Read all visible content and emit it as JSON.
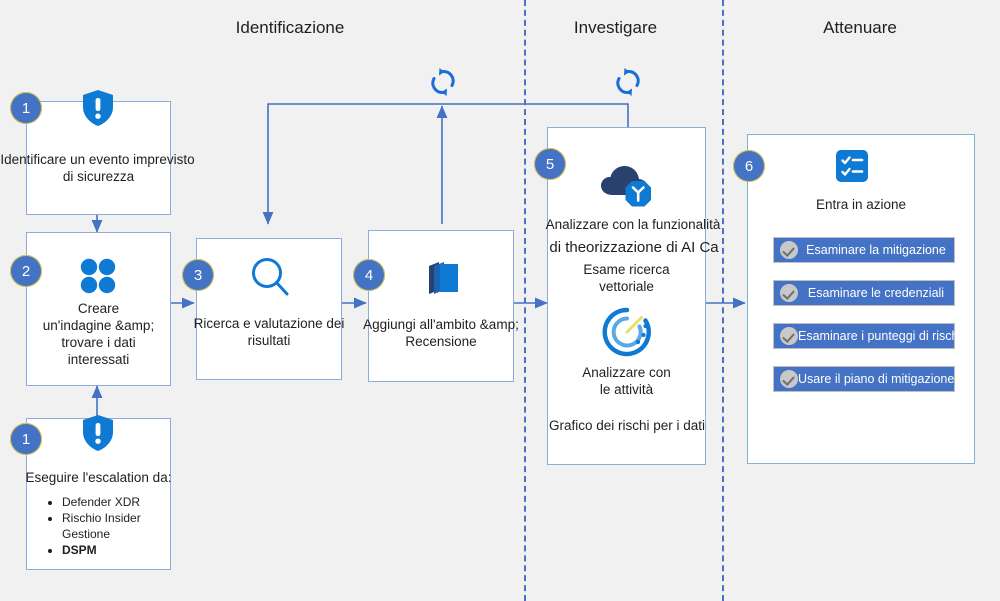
{
  "phases": [
    {
      "label": "Identificazione"
    },
    {
      "label": "Investigare"
    },
    {
      "label": "Attenuare"
    }
  ],
  "steps": {
    "one": {
      "number": "1",
      "icon": "shield-alert-icon",
      "caption_line1": "Identificare un evento imprevisto",
      "caption_line2": "di sicurezza"
    },
    "two": {
      "number": "2",
      "icon": "four-dots-icon",
      "caption_line1": "Creare",
      "caption_line2": "un'indagine &amp;",
      "caption_line3": "trovare i dati",
      "caption_line4": "interessati"
    },
    "escalation": {
      "number": "1",
      "icon": "shield-alert-icon",
      "caption": "Eseguire l'escalation da:",
      "items": [
        {
          "label": "Defender XDR",
          "bold": false
        },
        {
          "label": "Rischio Insider",
          "bold": false
        },
        {
          "label": "Gestione",
          "bold": false,
          "nobullet": true
        },
        {
          "label": "DSPM",
          "bold": true
        }
      ]
    },
    "three": {
      "number": "3",
      "icon": "magnifier-icon",
      "caption_line1": "Ricerca e valutazione dei",
      "caption_line2": "risultati"
    },
    "four": {
      "number": "4",
      "icon": "layers-icon",
      "caption_line1": "Aggiungi all'ambito &amp;",
      "caption_line2": "Recensione"
    },
    "five": {
      "number": "5",
      "icon_top": "cloud-cube-icon",
      "caption_line1": "Analizzare con la funzionalità",
      "caption_line2": "di theorizzazione di AI Ca",
      "sub_line1": "Esame ricerca",
      "sub_line2": "vettoriale",
      "icon_bottom": "activity-radar-icon",
      "caption_line3": "Analizzare con",
      "caption_line4": "le attività",
      "caption_line5": "Grafico dei rischi per i dati"
    },
    "six": {
      "number": "6",
      "icon": "checklist-icon",
      "caption": "Entra in azione",
      "actions": [
        {
          "label": "Esaminare la mitigazione",
          "icon": "check-circle-icon"
        },
        {
          "label": "Esaminare le credenziali",
          "icon": "check-circle-icon"
        },
        {
          "label": "Esaminare i punteggi di rischio",
          "icon": "check-circle-icon"
        },
        {
          "label": "Usare il piano di mitigazione",
          "icon": "check-circle-icon"
        }
      ]
    }
  },
  "loops": [
    {
      "icon": "refresh-loop-icon"
    },
    {
      "icon": "refresh-loop-icon"
    }
  ],
  "colors": {
    "background": "#f1f1f1",
    "box_border": "#8faadc",
    "box_border_accent": "#7fb4d4",
    "badge": "#4472c4",
    "connector": "#4472c4",
    "divider": "#4a72c4",
    "icon_blue": "#0f7ad4",
    "icon_navy": "#28416f",
    "button": "#4472c4"
  }
}
